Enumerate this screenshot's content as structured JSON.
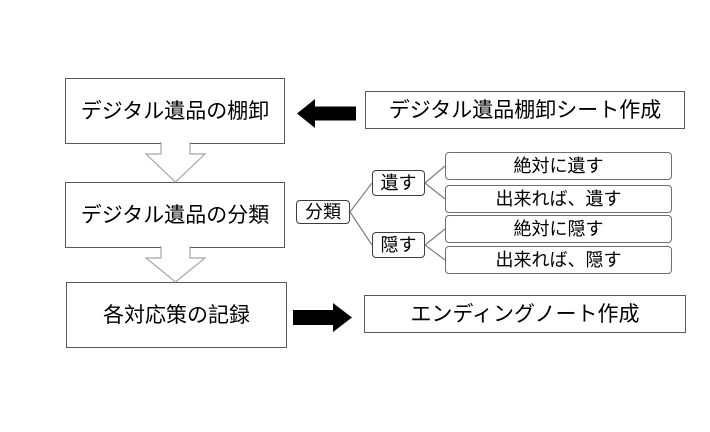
{
  "flow": {
    "steps": [
      {
        "label": "デジタル遺品の棚卸"
      },
      {
        "label": "デジタル遺品の分類"
      },
      {
        "label": "各対応策の記録"
      }
    ],
    "artifacts": [
      {
        "label": "デジタル遺品棚卸シート作成"
      },
      {
        "label": "エンディングノート作成"
      }
    ]
  },
  "tree": {
    "root": {
      "label": "分類"
    },
    "branches": [
      {
        "label": "遺す",
        "leaves": [
          {
            "label": "絶対に遺す"
          },
          {
            "label": "出来れば、遺す"
          }
        ]
      },
      {
        "label": "隠す",
        "leaves": [
          {
            "label": "絶対に隠す"
          },
          {
            "label": "出来れば、隠す"
          }
        ]
      }
    ]
  },
  "icons": {
    "down_flow": "hollow-down-block-arrow",
    "to_inventory_sheet": "solid-left-block-arrow",
    "to_ending_note": "solid-right-block-arrow"
  },
  "colors": {
    "background": "#ffffff",
    "text": "#000000",
    "box_border": "#595959",
    "tree_border": "#3f3f3f",
    "leaf_border": "#6e6e6e",
    "connector": "#7f7f7f",
    "solid_arrow": "#000000",
    "hollow_arrow_outline": "#a6a6a6"
  }
}
